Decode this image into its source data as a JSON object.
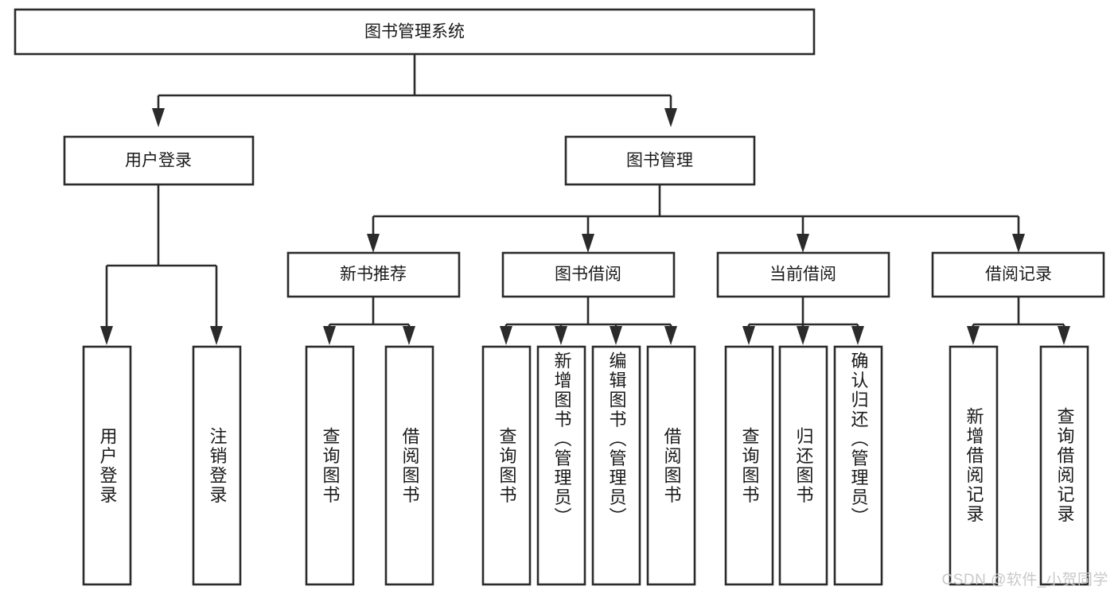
{
  "diagram": {
    "title": "图书管理系统",
    "type": "tree-hierarchy-chart",
    "orientation": "top-down",
    "levels": 4,
    "colors": {
      "box_fill": "#ffffff",
      "box_stroke": "#2b2b2b",
      "connector": "#2b2b2b",
      "text": "#1a1a1a",
      "background": "#ffffff",
      "watermark": "#c9c9c9"
    }
  },
  "root": {
    "label": "图书管理系统"
  },
  "level2": [
    {
      "label": "用户登录"
    },
    {
      "label": "图书管理"
    }
  ],
  "level3": [
    {
      "label": "新书推荐"
    },
    {
      "label": "图书借阅"
    },
    {
      "label": "当前借阅"
    },
    {
      "label": "借阅记录"
    }
  ],
  "leaves_user_login": [
    {
      "label": "用户登录"
    },
    {
      "label": "注销登录"
    }
  ],
  "leaves_new_book": [
    {
      "label": "查询图书"
    },
    {
      "label": "借阅图书"
    }
  ],
  "leaves_borrow": [
    {
      "label": "查询图书"
    },
    {
      "label": "新增图书（管理员）"
    },
    {
      "label": "编辑图书（管理员）"
    },
    {
      "label": "借阅图书"
    }
  ],
  "leaves_current": [
    {
      "label": "查询图书"
    },
    {
      "label": "归还图书"
    },
    {
      "label": "确认归还（管理员）"
    }
  ],
  "leaves_records": [
    {
      "label": "新增借阅记录"
    },
    {
      "label": "查询借阅记录"
    }
  ],
  "watermark": {
    "text": "CSDN @软件_小贺同学"
  }
}
